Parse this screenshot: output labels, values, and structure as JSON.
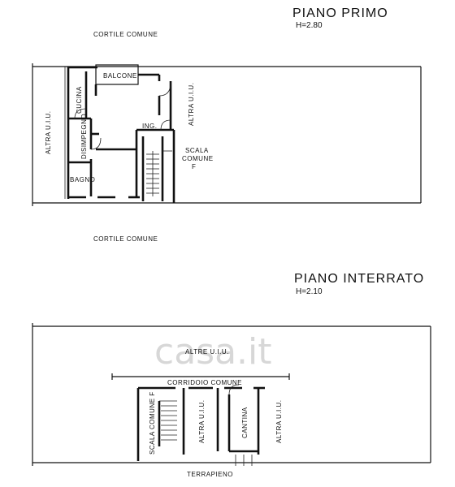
{
  "watermark": "casa.it",
  "piano_primo": {
    "title": "PIANO PRIMO",
    "height": "H=2.80",
    "top_label": "CORTILE COMUNE",
    "bottom_label": "CORTILE COMUNE",
    "rooms": {
      "balcone": "BALCONE",
      "cucina": "CUCINA",
      "disimpegno": "DISIMPEGNO",
      "bagno": "BAGNO",
      "ingresso": "ING.",
      "scala_line1": "SCALA",
      "scala_line2": "COMUNE",
      "scala_line3": "F",
      "altra_left": "ALTRA U.I.U.",
      "altra_right": "ALTRA U.I.U."
    }
  },
  "piano_interrato": {
    "title": "PIANO INTERRATO",
    "height": "H=2.10",
    "altre_label": "ALTRE U.I.U.",
    "corridoio": "CORRIDOIO COMUNE",
    "scala": "SCALA COMUNE F",
    "altra_1": "ALTRA U.I.U.",
    "cantina": "CANTINA",
    "altra_2": "ALTRA U.I.U.",
    "bottom_label": "TERRAPIENO"
  }
}
